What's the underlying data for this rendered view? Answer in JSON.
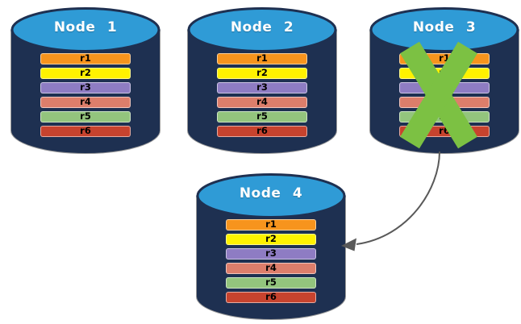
{
  "diagram": {
    "nodes": [
      {
        "label": "Node 1",
        "failed": false,
        "records": [
          {
            "label": "r1",
            "color": "#F7941D"
          },
          {
            "label": "r2",
            "color": "#FFF200"
          },
          {
            "label": "r3",
            "color": "#8E7CC3"
          },
          {
            "label": "r4",
            "color": "#DD7E6B"
          },
          {
            "label": "r5",
            "color": "#93C47D"
          },
          {
            "label": "r6",
            "color": "#C7432E"
          }
        ]
      },
      {
        "label": "Node 2",
        "failed": false,
        "records": [
          {
            "label": "r1",
            "color": "#F7941D"
          },
          {
            "label": "r2",
            "color": "#FFF200"
          },
          {
            "label": "r3",
            "color": "#8E7CC3"
          },
          {
            "label": "r4",
            "color": "#DD7E6B"
          },
          {
            "label": "r5",
            "color": "#93C47D"
          },
          {
            "label": "r6",
            "color": "#C7432E"
          }
        ]
      },
      {
        "label": "Node 3",
        "failed": true,
        "records": [
          {
            "label": "r1",
            "color": "#F7941D"
          },
          {
            "label": "r2",
            "color": "#FFF200"
          },
          {
            "label": "r3",
            "color": "#8E7CC3"
          },
          {
            "label": "r4",
            "color": "#DD7E6B"
          },
          {
            "label": "r5",
            "color": "#93C47D"
          },
          {
            "label": "r6",
            "color": "#C7432E"
          }
        ]
      },
      {
        "label": "Node 4",
        "failed": false,
        "records": [
          {
            "label": "r1",
            "color": "#F7941D"
          },
          {
            "label": "r2",
            "color": "#FFF200"
          },
          {
            "label": "r3",
            "color": "#8E7CC3"
          },
          {
            "label": "r4",
            "color": "#DD7E6B"
          },
          {
            "label": "r5",
            "color": "#93C47D"
          },
          {
            "label": "r6",
            "color": "#C7432E"
          }
        ]
      }
    ],
    "arrow": {
      "from": "Node 3",
      "to": "Node 4"
    },
    "colors": {
      "cylinder_body": "#1E3051",
      "cylinder_top": "#2F9BD6",
      "cylinder_outline": "#9A9A9A",
      "failure_x": "#7CC143",
      "arrow": "#595959",
      "node_label_text": "#FFFFFF",
      "record_text": "#000000"
    }
  }
}
